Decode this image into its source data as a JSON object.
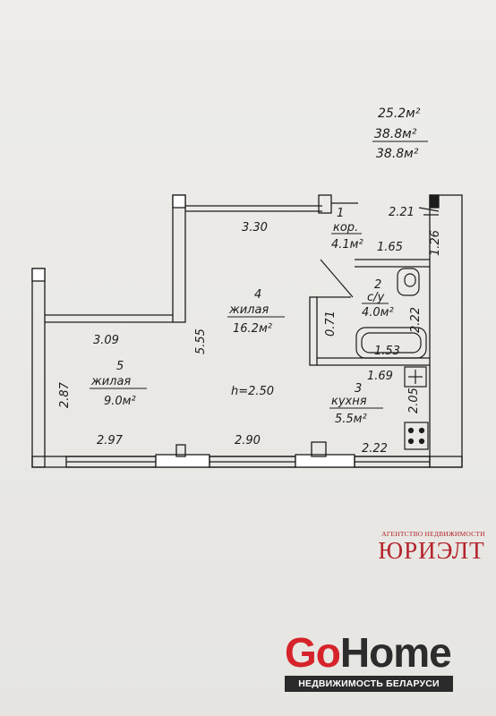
{
  "areas": {
    "living": "25.2м²",
    "total": "38.8м²",
    "total2": "38.8м²"
  },
  "rooms": [
    {
      "number": "1",
      "name": "кор.",
      "area": "4.1м²"
    },
    {
      "number": "2",
      "name": "с/у",
      "area": "4.0м²"
    },
    {
      "number": "3",
      "name": "кухня",
      "area": "5.5м²"
    },
    {
      "number": "4",
      "name": "жилая",
      "area": "16.2м²"
    },
    {
      "number": "5",
      "name": "жилая",
      "area": "9.0м²"
    }
  ],
  "ceiling_height": "h=2.50",
  "dimensions": {
    "d_330": "3.30",
    "d_221": "2.21",
    "d_126": "1.26",
    "d_165": "1.65",
    "d_555": "5.55",
    "d_071": "0.71",
    "d_222v": "2.22",
    "d_153": "1.53",
    "d_309": "3.09",
    "d_287": "2.87",
    "d_169": "1.69",
    "d_205": "2.05",
    "d_297": "2.97",
    "d_290": "2.90",
    "d_222h": "2.22"
  },
  "agency": {
    "tagline": "АГЕНТСТВО НЕДВИЖИМОСТИ",
    "name": "ЮРИЭЛТ"
  },
  "brand": {
    "go": "Go",
    "home": "Home",
    "subtitle": "НЕДВИЖИМОСТЬ БЕЛАРУСИ"
  },
  "colors": {
    "brand_red": "#d6232a",
    "agency_red": "#b4232c",
    "line": "#1c1c1c"
  }
}
